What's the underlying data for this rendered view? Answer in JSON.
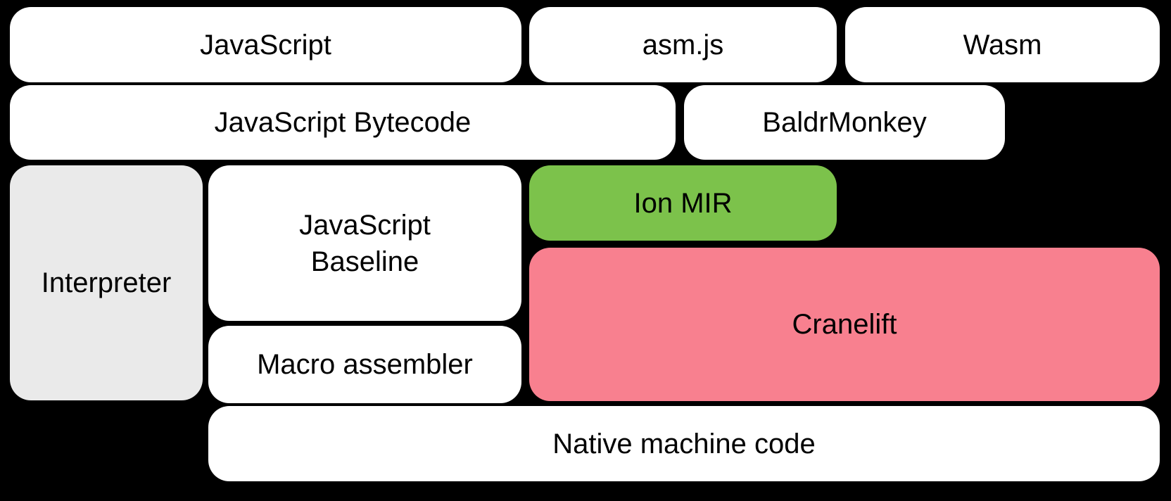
{
  "diagram": {
    "background_color": "#000000",
    "text_color": "#000000",
    "colors": {
      "default_box": "#ffffff",
      "interpreter_gray": "#eaeaea",
      "ion_green": "#7cc24b",
      "cranelift_pink": "#f8808f"
    },
    "boxes": [
      {
        "id": "javascript",
        "label": "JavaScript",
        "color": "#ffffff"
      },
      {
        "id": "asmjs",
        "label": "asm.js",
        "color": "#ffffff"
      },
      {
        "id": "wasm",
        "label": "Wasm",
        "color": "#ffffff"
      },
      {
        "id": "javascript-bytecode",
        "label": "JavaScript Bytecode",
        "color": "#ffffff"
      },
      {
        "id": "baldrmonkey",
        "label": "BaldrMonkey",
        "color": "#ffffff"
      },
      {
        "id": "interpreter",
        "label": "Interpreter",
        "color": "#eaeaea"
      },
      {
        "id": "javascript-baseline",
        "label": "JavaScript Baseline",
        "color": "#ffffff"
      },
      {
        "id": "ion-mir",
        "label": "Ion MIR",
        "color": "#7cc24b"
      },
      {
        "id": "cranelift",
        "label": "Cranelift",
        "color": "#f8808f"
      },
      {
        "id": "macro-assembler",
        "label": "Macro assembler",
        "color": "#ffffff"
      },
      {
        "id": "native-machine-code",
        "label": "Native machine code",
        "color": "#ffffff"
      }
    ]
  }
}
